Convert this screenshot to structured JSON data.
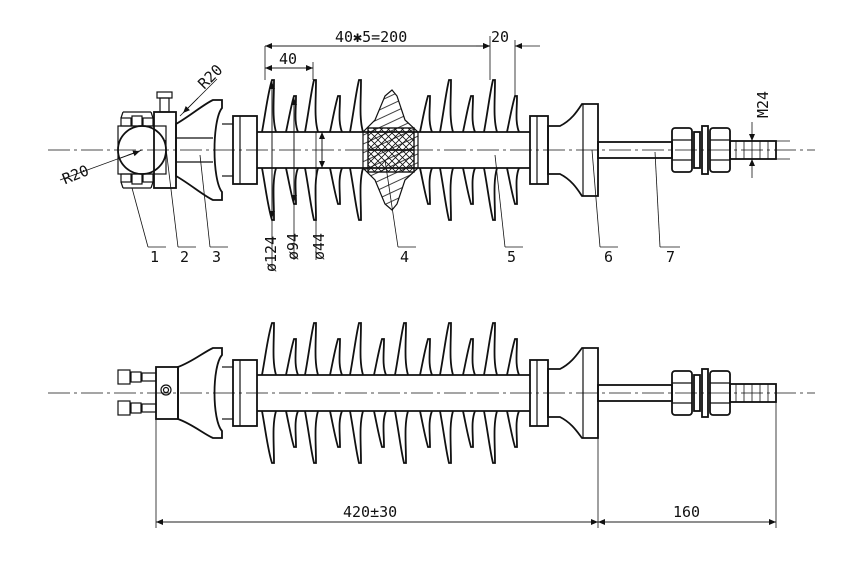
{
  "dimensions": {
    "shed_pitch": "40✱5=200",
    "shed_spacing": "40",
    "shed_offset": "20",
    "radius_top": "R20",
    "radius_left": "R20",
    "thread": "M24",
    "dia_large": "ø124",
    "dia_medium": "ø94",
    "dia_small": "ø44",
    "overall_length": "420±30",
    "rod_length": "160"
  },
  "callouts": [
    "1",
    "2",
    "3",
    "4",
    "5",
    "6",
    "7"
  ]
}
